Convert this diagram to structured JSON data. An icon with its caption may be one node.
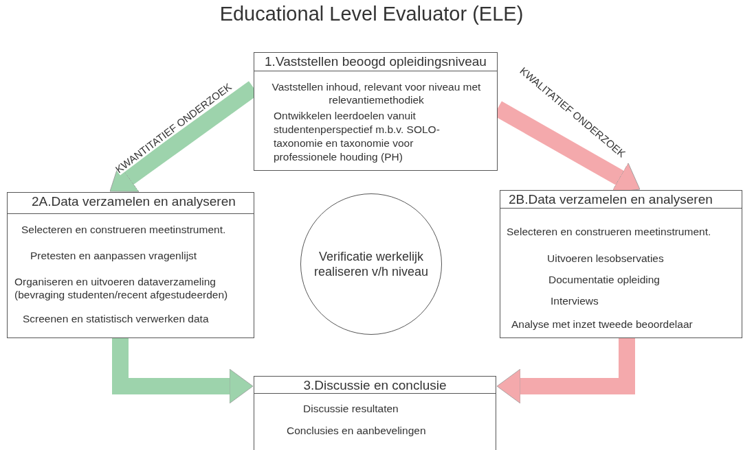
{
  "diagram": {
    "title": "Educational Level Evaluator (ELE)",
    "nodes": [
      {
        "text": [
          "1.Vaststellen beoogd opleidingsniveau",
          "Vaststellen inhoud, relevant voor niveau met relevantiemethodiek",
          "Ontwikkelen leerdoelen vanuit studentenperspectief m.b.v. SOLO-taxonomie en taxonomie voor professionele houding (PH)"
        ]
      },
      {
        "text": [
          "2A.Data verzamelen en analyseren",
          "Selecteren en construeren meetinstrument.",
          "Pretesten en aanpassen vragenlijst",
          "Organiseren en uitvoeren dataverzameling (bevraging studenten/recent afgestudeerden)",
          "Screenen en statistisch verwerken data"
        ]
      },
      {
        "text": [
          "Verificatie werkelijk realiseren v/h niveau"
        ]
      },
      {
        "text": [
          "2B.Data verzamelen en analyseren",
          "Selecteren en construeren meetinstrument.",
          "Uitvoeren lesobservaties",
          "Documentatie opleiding",
          "Interviews",
          "Analyse met inzet tweede beoordelaar"
        ]
      },
      {
        "text": [
          "3.Discussie en conclusie",
          "Discussie resultaten",
          "Conclusies en aanbevelingen"
        ]
      }
    ],
    "edges": [
      {
        "from": 0,
        "to": 1,
        "arrow": "to",
        "label": "KWANTITATIEF ONDERZOEK",
        "color": "#9dd3ac"
      },
      {
        "from": 0,
        "to": 3,
        "arrow": "to",
        "label": "KWALITATIEF ONDERZOEK",
        "color": "#f4a9ac"
      },
      {
        "from": 1,
        "to": 4,
        "arrow": "to",
        "color": "#9dd3ac"
      },
      {
        "from": 3,
        "to": 4,
        "arrow": "to",
        "color": "#f4a9ac"
      }
    ]
  }
}
